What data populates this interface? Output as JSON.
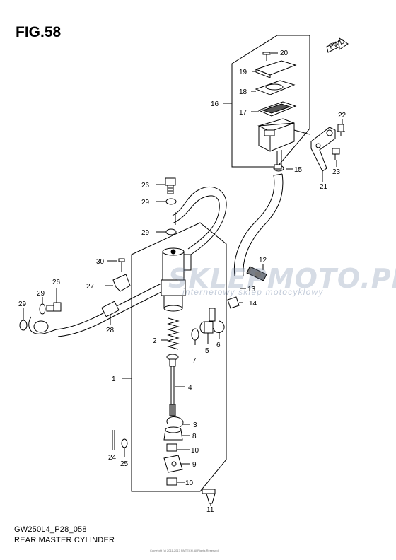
{
  "figure": {
    "title": "FIG.58",
    "model_code": "GW250L4_P28_058",
    "assembly_name": "REAR MASTER CYLINDER",
    "copyright": "Copyright (c) 2011-2017 PA TECH All Rights Reserved"
  },
  "fwd_badge": "FWD",
  "watermark": {
    "brand": "SKLEPMOTO.PL",
    "tagline": "internetowy sklep motocyklowy"
  },
  "callouts": {
    "p1": "1",
    "p2": "2",
    "p3": "3",
    "p4": "4",
    "p5": "5",
    "p6": "6",
    "p7": "7",
    "p8": "8",
    "p9": "9",
    "p10a": "10",
    "p10b": "10",
    "p11": "11",
    "p12": "12",
    "p13": "13",
    "p14": "14",
    "p15": "15",
    "p16": "16",
    "p17": "17",
    "p18": "18",
    "p19": "19",
    "p20": "20",
    "p21": "21",
    "p22": "22",
    "p23": "23",
    "p24": "24",
    "p25": "25",
    "p26a": "26",
    "p26b": "26",
    "p27": "27",
    "p28": "28",
    "p29a": "29",
    "p29b": "29",
    "p29c": "29",
    "p29d": "29",
    "p30": "30"
  },
  "colors": {
    "line": "#000000",
    "watermark_red": "#d9342b",
    "watermark_blue": "#8da0b8"
  }
}
